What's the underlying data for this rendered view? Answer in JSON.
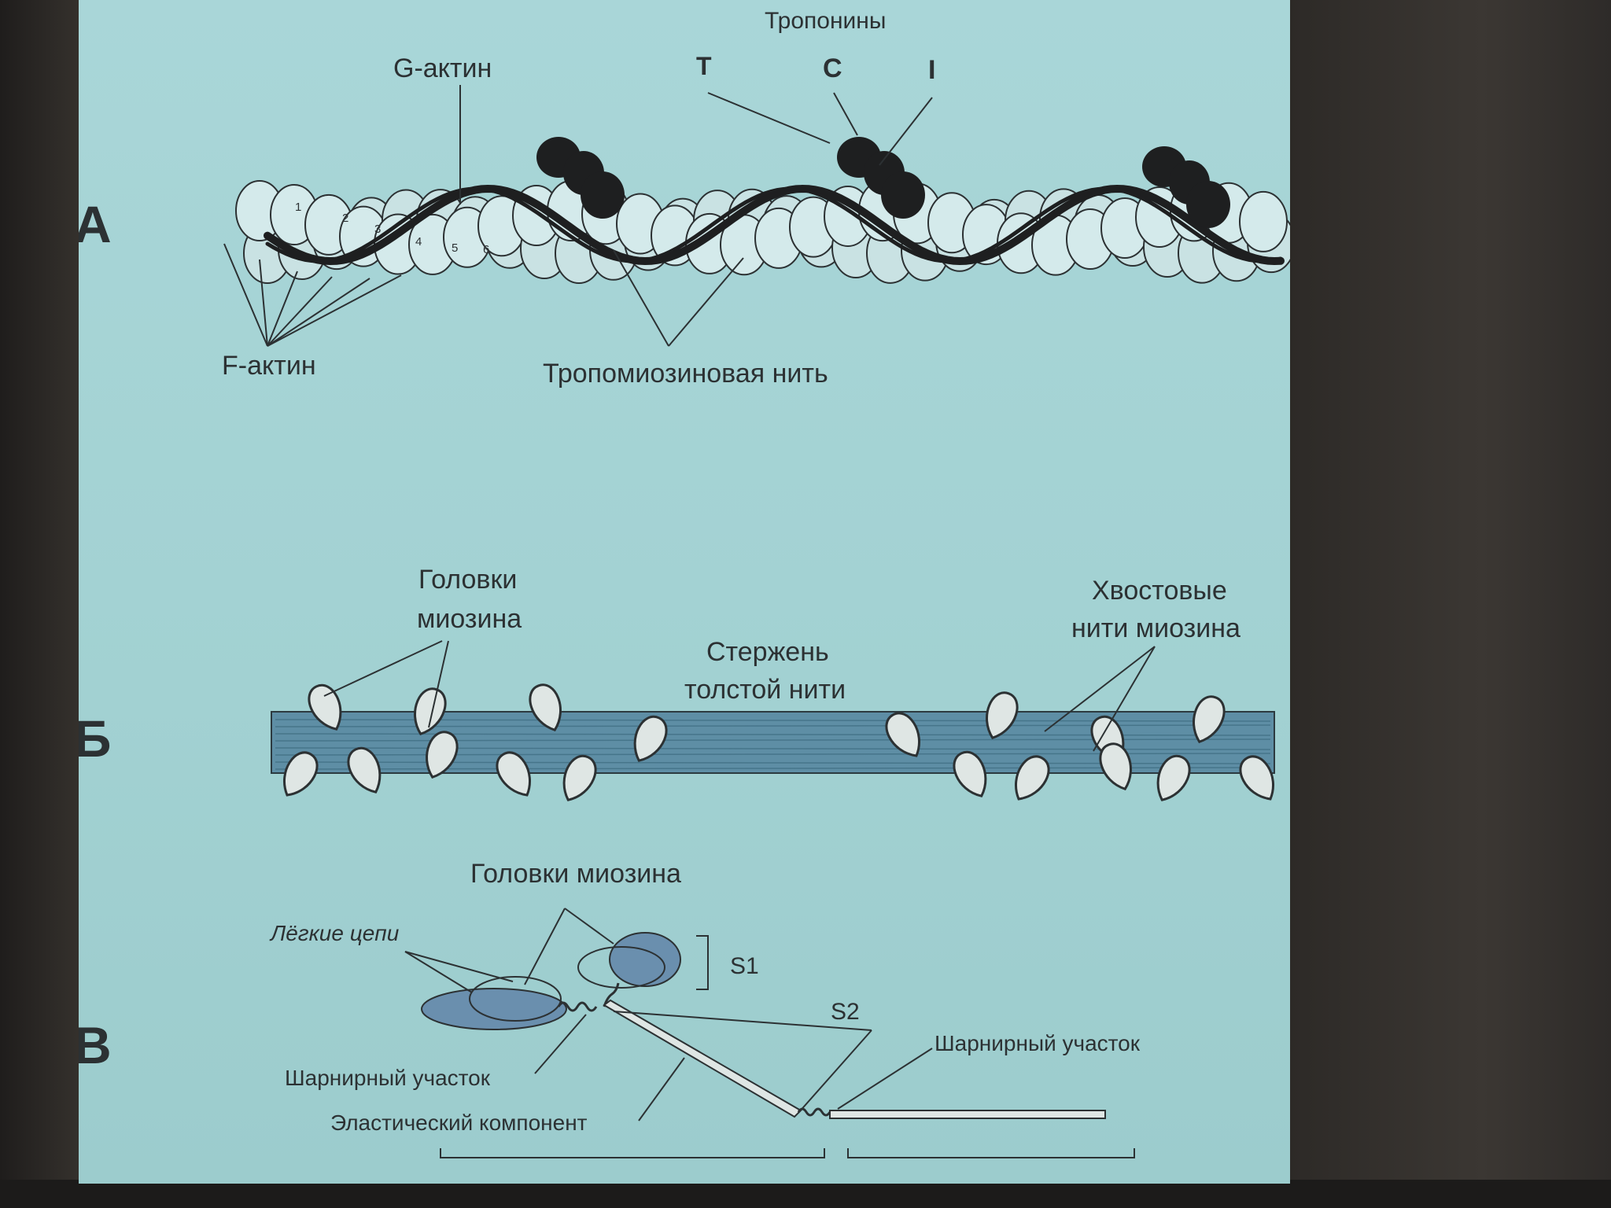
{
  "slide": {
    "panel_a": {
      "letter": "А",
      "troponins": "Тропонины",
      "troponin_t": "Т",
      "troponin_c": "С",
      "troponin_i": "I",
      "g_actin": "G-актин",
      "f_actin": "F-актин",
      "tropomyosin": "Тропомиозиновая нить",
      "monomer_numbers": [
        "1",
        "2",
        "3",
        "4",
        "5",
        "6"
      ]
    },
    "panel_b": {
      "letter": "Б",
      "heads_line1": "Головки",
      "heads_line2": "миозина",
      "rod_line1": "Стержень",
      "rod_line2": "толстой нити",
      "tails_line1": "Хвостовые",
      "tails_line2": "нити миозина"
    },
    "panel_c": {
      "letter": "В",
      "heads": "Головки миозина",
      "light_chains": "Лёгкие цепи",
      "s1": "S1",
      "s2": "S2",
      "hinge_left": "Шарнирный участок",
      "hinge_right": "Шарнирный участок",
      "elastic": "Эластический компонент"
    }
  },
  "colors": {
    "slide_bg": "#a6d4d6",
    "ink": "#2c3133",
    "dark_blob": "#1e1f20",
    "rod_fill": "#5e8ea5",
    "head_fill": "#dfe6e4"
  }
}
